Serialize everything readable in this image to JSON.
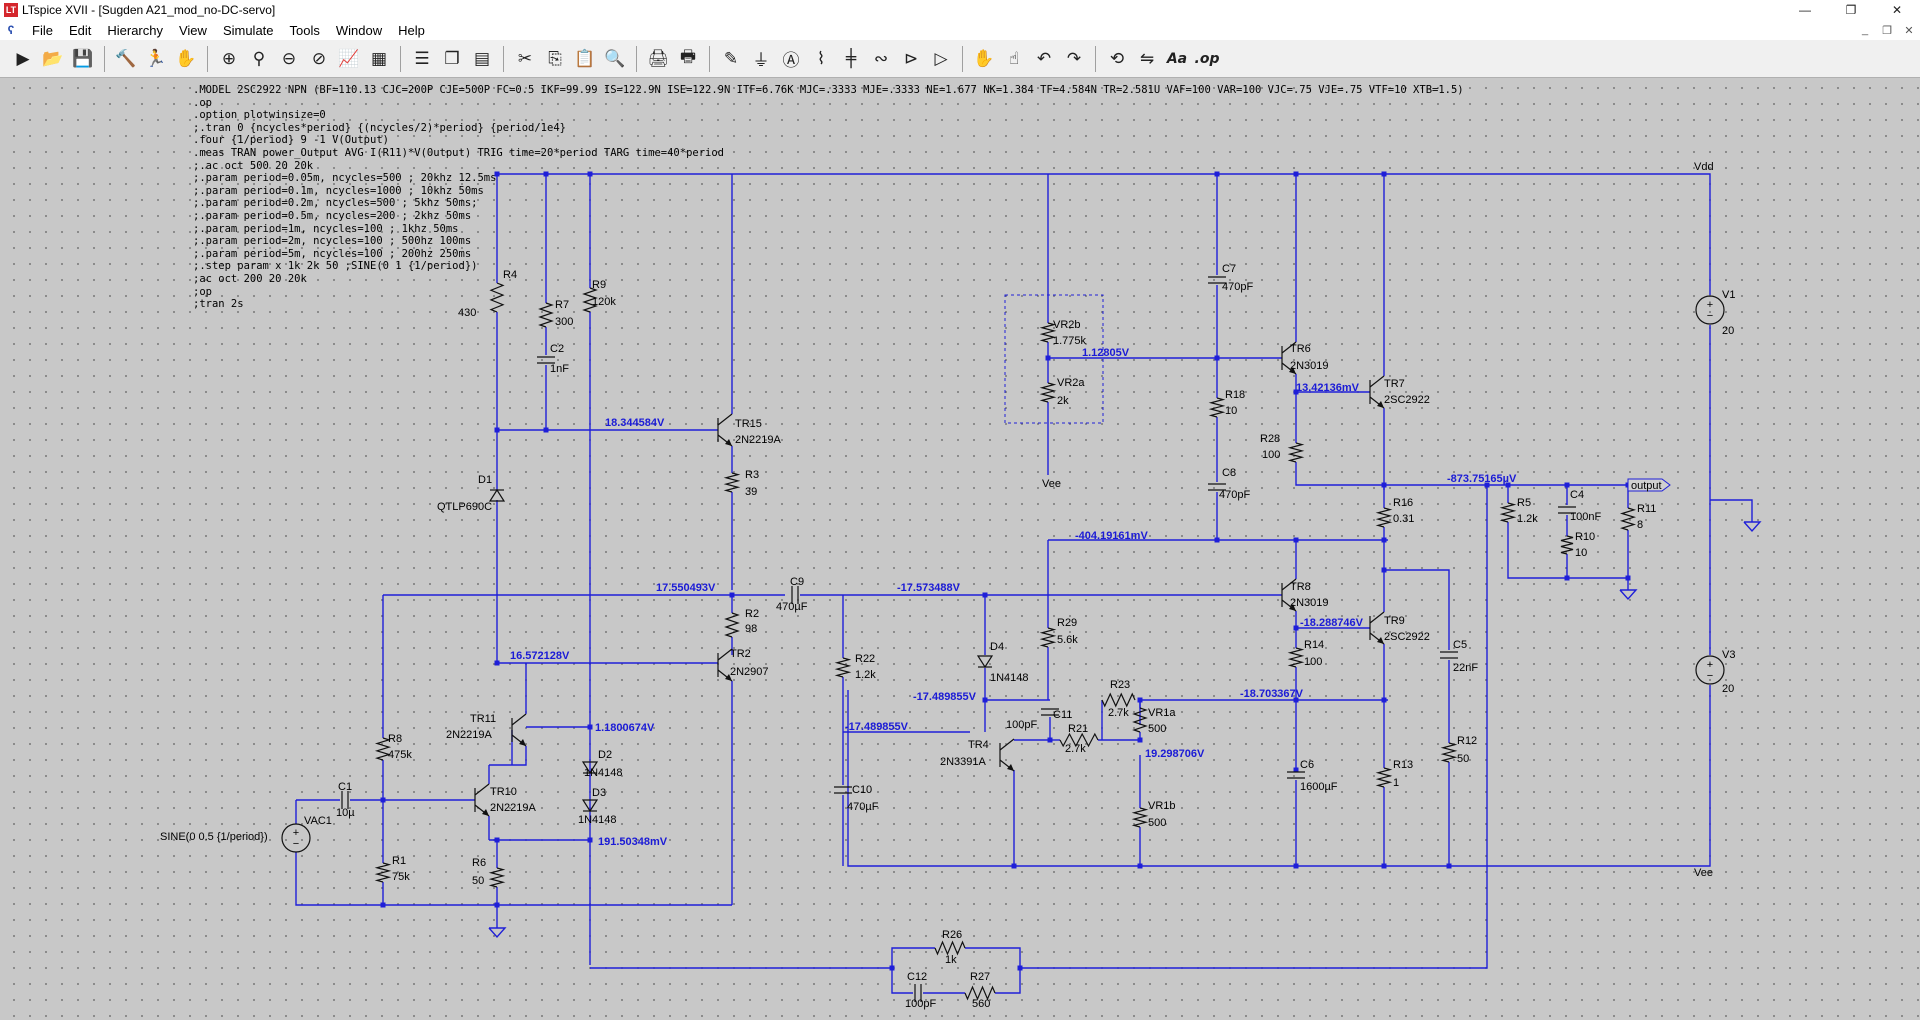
{
  "window": {
    "title": "LTspice XVII - [Sugden A21_mod_no-DC-servo]",
    "app_icon": "ltspice-app-icon"
  },
  "menu": [
    "File",
    "Edit",
    "Hierarchy",
    "View",
    "Simulate",
    "Tools",
    "Window",
    "Help"
  ],
  "toolbar": [
    {
      "name": "run-icon",
      "glyph": "▶"
    },
    {
      "name": "open-icon",
      "glyph": "📂"
    },
    {
      "name": "save-icon",
      "glyph": "💾"
    },
    {
      "name": "control-panel-icon",
      "glyph": "🔨"
    },
    {
      "name": "run-stop-icon",
      "glyph": "🏃"
    },
    {
      "name": "pan-icon",
      "glyph": "✋"
    },
    {
      "name": "zoom-in-icon",
      "glyph": "⊕"
    },
    {
      "name": "zoom-full-icon",
      "glyph": "⚲"
    },
    {
      "name": "zoom-out-icon",
      "glyph": "⊖"
    },
    {
      "name": "zoom-cancel-icon",
      "glyph": "⊘"
    },
    {
      "name": "waveform-icon",
      "glyph": "📈"
    },
    {
      "name": "autorange-icon",
      "glyph": "▦"
    },
    {
      "name": "tile-horizontal-icon",
      "glyph": "☰"
    },
    {
      "name": "cascade-icon",
      "glyph": "❐"
    },
    {
      "name": "tile-vertical-icon",
      "glyph": "▤"
    },
    {
      "name": "cut-icon",
      "glyph": "✂"
    },
    {
      "name": "copy-icon",
      "glyph": "⎘"
    },
    {
      "name": "paste-icon",
      "glyph": "📋"
    },
    {
      "name": "find-icon",
      "glyph": "🔍"
    },
    {
      "name": "print-icon",
      "glyph": "🖨"
    },
    {
      "name": "print-setup-icon",
      "glyph": "🖶"
    },
    {
      "name": "draw-wire-icon",
      "glyph": "✎"
    },
    {
      "name": "ground-icon",
      "glyph": "⏚"
    },
    {
      "name": "label-net-icon",
      "glyph": "Ⓐ"
    },
    {
      "name": "resistor-icon",
      "glyph": "⌇"
    },
    {
      "name": "capacitor-icon",
      "glyph": "╪"
    },
    {
      "name": "inductor-icon",
      "glyph": "∾"
    },
    {
      "name": "diode-icon",
      "glyph": "⊳"
    },
    {
      "name": "component-icon",
      "glyph": "▷"
    },
    {
      "name": "move-icon",
      "glyph": "✋"
    },
    {
      "name": "drag-icon",
      "glyph": "☝"
    },
    {
      "name": "undo-icon",
      "glyph": "↶"
    },
    {
      "name": "redo-icon",
      "glyph": "↷"
    },
    {
      "name": "rotate-icon",
      "glyph": "⟲"
    },
    {
      "name": "mirror-icon",
      "glyph": "⇋"
    },
    {
      "name": "text-icon",
      "glyph": "Aa"
    },
    {
      "name": "spice-directive-icon",
      "glyph": ".op"
    }
  ],
  "directives": [
    ".MODEL 2SC2922 NPN (BF=110.13 CJC=200P CJE=500P FC=0.5 IKF=99.99 IS=122.9N ISE=122.9N ITF=6.76K MJC=.3333 MJE=.3333 NE=1.677 NK=1.384 TF=4.584N TR=2.581U VAF=100 VAR=100 VJC=.75 VJE=.75 VTF=10 XTB=1.5)",
    ".op",
    ".option plotwinsize=0",
    ";.tran 0 {ncycles*period} {(ncycles/2)*period} {period/1e4}",
    ".four {1/period} 9 -1 V(Output)",
    ".meas TRAN power_Output AVG I(R11)*V(Output) TRIG time=20*period TARG time=40*period",
    ";.ac oct 500 20 20k",
    ";.param period=0.05m, ncycles=500 ; 20khz 12.5ms",
    ";.param period=0.1m, ncycles=1000 ; 10khz 50ms",
    ";.param period=0.2m, ncycles=500 ; 5khz 50ms;",
    ";.param period=0.5m, ncycles=200 ; 2khz 50ms",
    ";.param period=1m, ncycles=100 ; 1khz 50ms",
    ";.param period=2m, ncycles=100 ; 500hz 100ms",
    ";.param period=5m, ncycles=100 ; 200hz 250ms",
    ";.step param x 1k 2k 50 ;SINE(0 1 {1/period})",
    ";ac oct 200 20 20k",
    ";op",
    ";tran 2s"
  ],
  "components": {
    "R4": [
      "R4",
      "430"
    ],
    "R7": [
      "R7",
      "300"
    ],
    "R9": [
      "R9",
      "120k"
    ],
    "C2": [
      "C2",
      "1nF"
    ],
    "D1": [
      "D1",
      "QTLP690C"
    ],
    "TR15": [
      "TR15",
      "2N2219A"
    ],
    "R3": [
      "R3",
      "39"
    ],
    "R2": [
      "R2",
      "98"
    ],
    "TR2": [
      "TR2",
      "2N2907"
    ],
    "C9": [
      "C9",
      "470µF"
    ],
    "R8": [
      "R8",
      "475k"
    ],
    "R1": [
      "R1",
      "75k"
    ],
    "C1": [
      "C1",
      "10µ"
    ],
    "VAC1": [
      "VAC1",
      "SINE(0 0.5 {1/period})"
    ],
    "TR11": [
      "TR11",
      "2N2219A"
    ],
    "TR10": [
      "TR10",
      "2N2219A"
    ],
    "R6": [
      "R6",
      "50"
    ],
    "D2": [
      "D2",
      "1N4148"
    ],
    "D3": [
      "D3",
      "1N4148"
    ],
    "R22": [
      "R22",
      "1.2k"
    ],
    "C10": [
      "C10",
      "470µF"
    ],
    "D4": [
      "D4",
      "1N4148"
    ],
    "TR4": [
      "TR4",
      "2N3391A"
    ],
    "R29": [
      "R29",
      "5.6k"
    ],
    "C11": [
      "C11",
      "100pF"
    ],
    "R21": [
      "R21",
      "2.7k"
    ],
    "R23": [
      "R23",
      "2.7k"
    ],
    "VR1a": [
      "VR1a",
      "500"
    ],
    "VR1b": [
      "VR1b",
      "500"
    ],
    "VR2b": [
      "VR2b",
      "1.775k"
    ],
    "VR2a": [
      "VR2a",
      "2k"
    ],
    "C7": [
      "C7",
      "470pF"
    ],
    "R18": [
      "R18",
      "10"
    ],
    "C8": [
      "C8",
      "470pF"
    ],
    "TR6": [
      "TR6",
      "2N3019"
    ],
    "TR7": [
      "TR7",
      "2SC2922"
    ],
    "R28": [
      "R28",
      "100"
    ],
    "R16": [
      "R16",
      "0.31"
    ],
    "TR8": [
      "TR8",
      "2N3019"
    ],
    "TR9": [
      "TR9",
      "2SC2922"
    ],
    "R14": [
      "R14",
      "100"
    ],
    "C6": [
      "C6",
      "1600µF"
    ],
    "R13": [
      "R13",
      "1"
    ],
    "C5": [
      "C5",
      "22nF"
    ],
    "R12": [
      "R12",
      "50"
    ],
    "R5": [
      "R5",
      "1.2k"
    ],
    "C4": [
      "C4",
      "100nF"
    ],
    "R10": [
      "R10",
      "10"
    ],
    "R11": [
      "R11",
      "8"
    ],
    "V1": [
      "V1",
      "20"
    ],
    "V3": [
      "V3",
      "20"
    ],
    "R26": [
      "R26",
      "1k"
    ],
    "R27": [
      "R27",
      "560"
    ],
    "C12": [
      "C12",
      "100pF"
    ]
  },
  "nets": {
    "vdd": "Vdd",
    "vee": "Vee",
    "vee2": "Vee",
    "output": "output"
  },
  "node_voltages": {
    "n1": "18.344584V",
    "n2": "17.550493V",
    "n3": "-17.573488V",
    "n4": "16.572128V",
    "n5": "1.1800674V",
    "n6": "191.50348mV",
    "n7": "1.12805V",
    "n8": "13.42136mV",
    "n9": "-873.75165µV",
    "n10": "-404.19161mV",
    "n11": "-18.288746V",
    "n12": "-17.489855V",
    "n13": "-17.489855V",
    "n14": "-18.703367V",
    "n15": "19.298706V"
  },
  "colors": {
    "wire": "#1f1fd8",
    "node_text": "#1b1bd6",
    "background": "#c8c8c8",
    "grid_dot": "#7a7a7a"
  }
}
